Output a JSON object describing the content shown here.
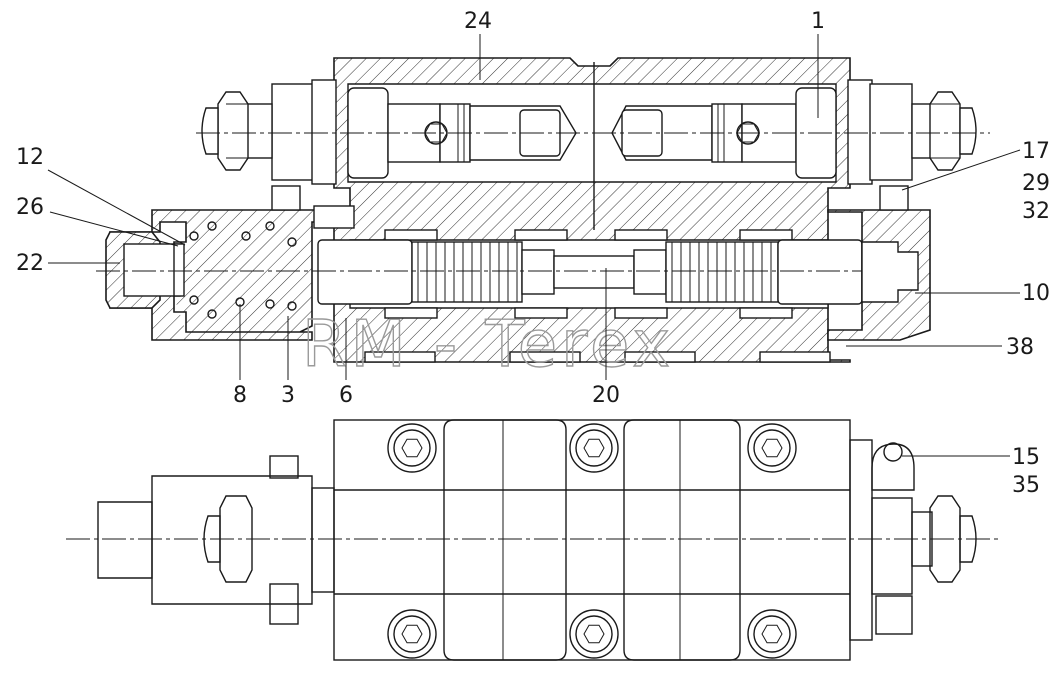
{
  "watermark": "RM - Terex",
  "callouts": [
    {
      "id": "c24",
      "text": "24"
    },
    {
      "id": "c1",
      "text": "1"
    },
    {
      "id": "c12",
      "text": "12"
    },
    {
      "id": "c26",
      "text": "26"
    },
    {
      "id": "c22",
      "text": "22"
    },
    {
      "id": "c17",
      "text": "17"
    },
    {
      "id": "c29",
      "text": "29"
    },
    {
      "id": "c32",
      "text": "32"
    },
    {
      "id": "c10",
      "text": "10"
    },
    {
      "id": "c38",
      "text": "38"
    },
    {
      "id": "c8",
      "text": "8"
    },
    {
      "id": "c3",
      "text": "3"
    },
    {
      "id": "c6",
      "text": "6"
    },
    {
      "id": "c20",
      "text": "20"
    },
    {
      "id": "c15",
      "text": "15"
    },
    {
      "id": "c35",
      "text": "35"
    }
  ],
  "colors": {
    "line": "#1a1a1a",
    "watermark": "#9a9a9a",
    "background": "#ffffff"
  }
}
